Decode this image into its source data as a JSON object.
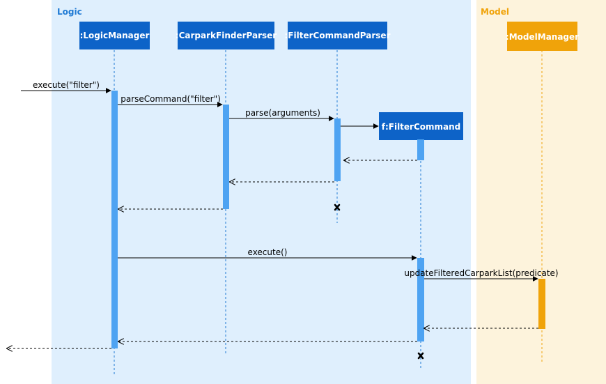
{
  "frames": {
    "logic": {
      "label": "Logic",
      "bg": "#dfeffd",
      "label_color": "#1f7ad4"
    },
    "model": {
      "label": "Model",
      "bg": "#fdf3dc",
      "label_color": "#f0a30a"
    }
  },
  "participants": {
    "logic_manager": {
      "label": ":LogicManager",
      "color": "#0d63c8"
    },
    "parser": {
      "label": ":CarparkFinderParser",
      "color": "#0d63c8"
    },
    "filter_parser": {
      "label": ":FilterCommandParser",
      "color": "#0d63c8"
    },
    "filter_command": {
      "label": "f:FilterCommand",
      "color": "#0d63c8"
    },
    "model_manager": {
      "label": ":ModelManager",
      "color": "#f0a30a"
    }
  },
  "activation_colors": {
    "logic": "#4ea3f2",
    "model": "#f0a30a"
  },
  "messages": {
    "m1": "execute(\"filter\")",
    "m2": "parseCommand(\"filter\")",
    "m3": "parse(arguments)",
    "m4": "execute()",
    "m5": "updateFilteredCarparkList(predicate)"
  }
}
